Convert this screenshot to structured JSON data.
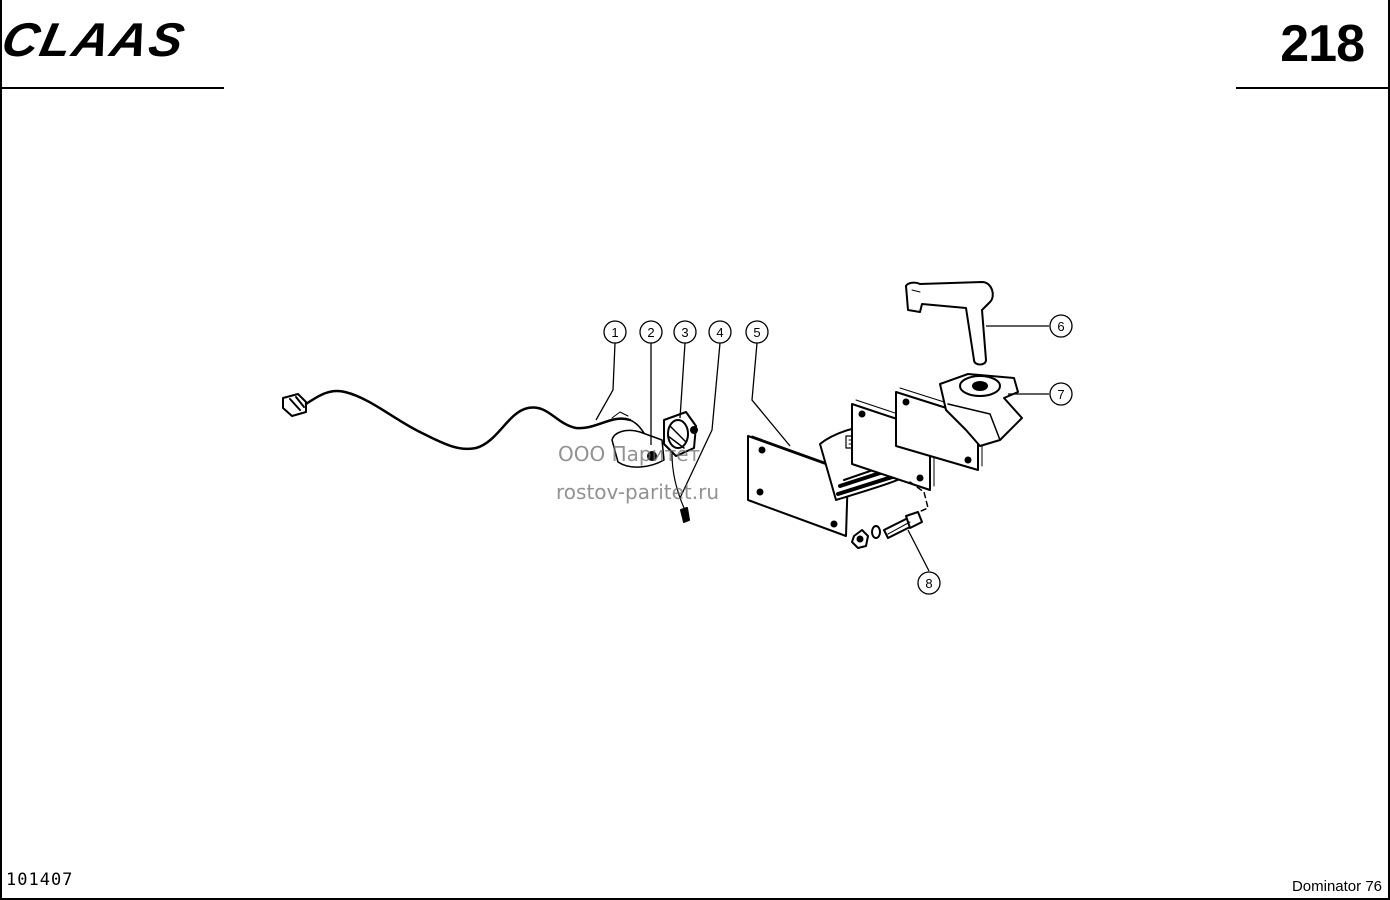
{
  "header": {
    "logo_text": "CLAAS",
    "page_number": "218"
  },
  "footer": {
    "document_number": "101407",
    "model": "Dominator 76"
  },
  "watermark": {
    "line1": "ООО Паритет",
    "line2": "rostov-paritet.ru"
  },
  "callouts": [
    {
      "id": "callout-1",
      "label": "1"
    },
    {
      "id": "callout-2",
      "label": "2"
    },
    {
      "id": "callout-3",
      "label": "3"
    },
    {
      "id": "callout-4",
      "label": "4"
    },
    {
      "id": "callout-5",
      "label": "5"
    },
    {
      "id": "callout-6",
      "label": "6"
    },
    {
      "id": "callout-7",
      "label": "7"
    },
    {
      "id": "callout-8",
      "label": "8"
    }
  ]
}
